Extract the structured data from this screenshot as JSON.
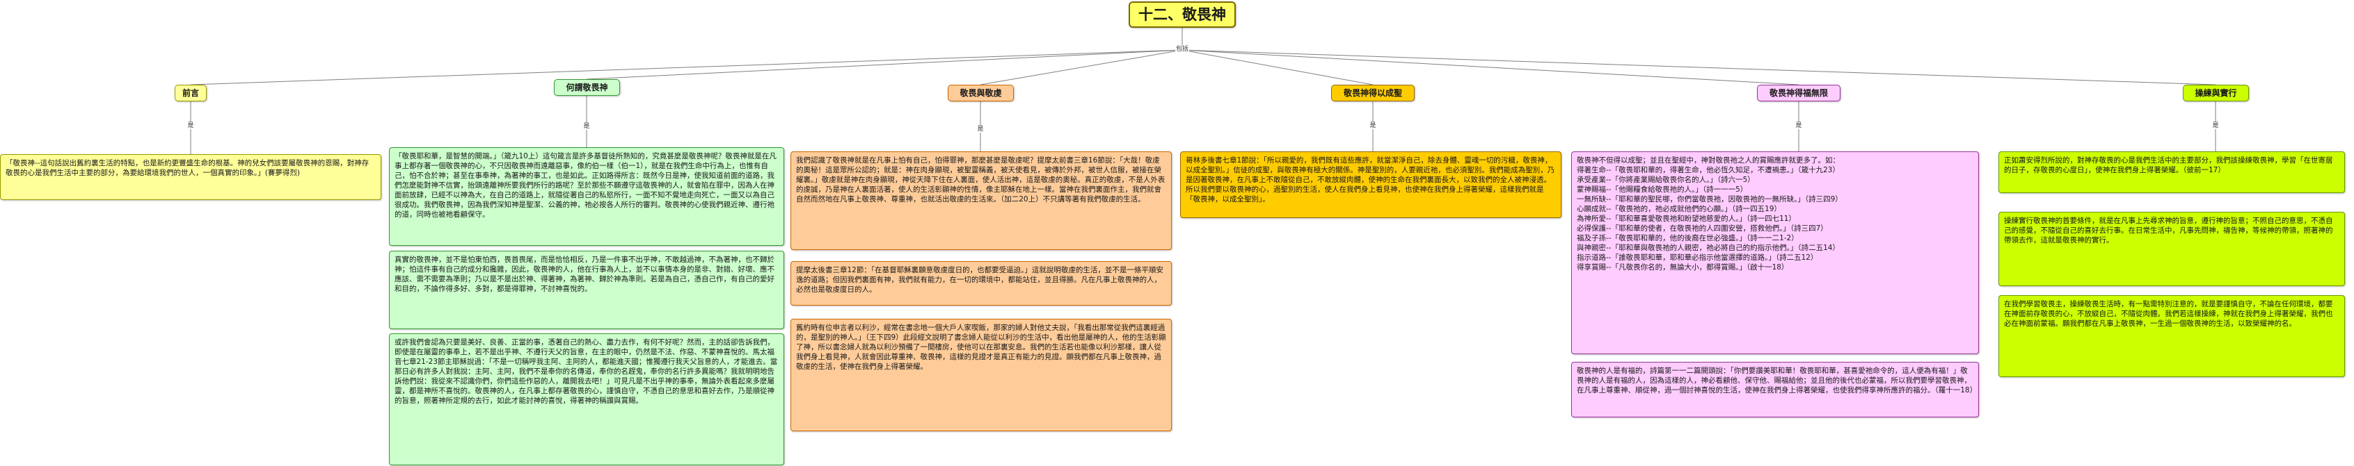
{
  "title": "十二、敬畏神",
  "root_note": "包括",
  "branch_note": "是",
  "colors": {
    "line": "#7f7f7f",
    "title_bg": "#ffff66",
    "yellow": "#ffff99",
    "green": "#ccffcc",
    "orange": "#ffcc99",
    "gold": "#ffcc00",
    "pink": "#ffccff",
    "lime": "#ccff00"
  },
  "branches": [
    {
      "label": "前言",
      "boxes": [
        "「敬畏神--這句話說出舊約裏生活的特點，也是新約更豐盛生命的根基。神的兒女們該要屬敬畏神的恩賜，對神存敬畏的心是我們生活中主要的部分，為要給環境我們的世人，一個真實的印象。」(賽夢得烈)"
      ]
    },
    {
      "label": "何謂敬畏神",
      "boxes": [
        "「敬畏耶和華，是智慧的開端。」（箴九10上）這句箴言是許多基督徒所熟知的，究竟甚麼是敬畏神呢？敬畏神就是在凡事上都存著一個敬畏神的心，不只因敬畏神而遠離惡事，像約伯一樣（伯一1），就是在我們生命中行為上，也惟有自己，怕不合於神；甚至在事奉神，為著神的事工，也是如此。正如路得所言：既然今日是神，使我知道前面的道路，我們怎麼能對神不信實，抬頭遠離神所要我們所行的路呢？至於那些不願遵守這敬畏神的人，就會陷在罪中，因為人在神面前放肆，已經不以神為大，在自己的道路上，就隨從著自己的私慾所行，一面不知不覺地走向死亡，一面又以為自己很成功。我們敬畏神，因為我們深知神是聖潔、公義的神，祂必按各人所行的審判。敬畏神的心使我們親近神、遵行祂的道，同時也被祂看顧保守。",
        "真實的敬畏神，並不是怕東怕西，畏首畏尾，而是恰恰相反，乃是一件事不出乎神，不敢越過神，不為著神，也不歸於神；怕這件事有自己的成分和攙雜，因此，敬畏神的人，他在行事為人上，並不以事情本身的是非、對錯、好壞、應不應該、需不需要為準則；乃以是不是出於神、得著神，為著神、歸於神為準則。若是為自己，憑自己作，有自己的愛好和目的，不論作得多好、多對，都是得罪神，不討神喜悅的。",
        "或許我們會認為只要是美好、良善、正當的事，憑著自己的熱心、盡力去作，有何不好呢？然而，主的話卻告訴我們，即使是在屬靈的事奉上，若不是出乎神、不遵行天父的旨意，在主的眼中，仍然是不法、作惡、不蒙神喜悅的。馬太福音七章21-23節主耶穌說過：「不是一切稱呼我主阿、主阿的人，都能進天國；惟獨遵行我天父旨意的人，才能進去。當那日必有許多人對我說：主阿、主阿，我們不是奉你的名傳道，奉你的名趕鬼，奉你的名行許多異能嗎？我就明明地告訴他們說：我從來不認識你們，你們這些作惡的人，離開我去吧！」可見凡是不出乎神的事奉，無論外表看起來多麼屬靈，都是神所不喜悅的。敬畏神的人，在凡事上都存著敬畏的心，謹慎自守，不憑自己的意思和喜好去作，乃是順從神的旨意，照著神所定規的去行，如此才能討神的喜悅，得著神的稱讚與賞賜。"
      ]
    },
    {
      "label": "敬畏與敬虔",
      "boxes": [
        "我們認識了敬畏神就是在凡事上怕有自己，怕得罪神，那麼甚麼是敬虔呢？提摩太前書三章16節說：「大哉！敬虔的奧秘！這是眾所公認的；就是：神在肉身顯現，被聖靈稱義，被天使看見，被傳於外邦，被世人信服，被接在榮耀裏。」敬虔就是神在肉身顯現，神從天降下住在人裏面，使人活出神，這是敬虔的奧秘。真正的敬虔，不是人外表的虔誠，乃是神在人裏面活著，使人的生活彰顯神的性情，像主耶穌在地上一樣。當神在我們裏面作主，我們就會自然而然地在凡事上敬畏神、尊重神，也就活出敬虔的生活來。（加二20上）不只講等著有我們敬虔的生活。",
        "提摩太後書三章12節：「在基督耶穌裏願意敬虔度日的，也都要受逼迫。」這就說明敬虔的生活，並不是一條平順安逸的道路；但因我們裏面有神，我們就有能力，在一切的環境中，都能站住，並且得勝。凡在凡事上敬畏神的人，必然也是敬虔度日的人。",
        "舊約時有位申言者以利沙，經常在書念地一個大戶人家喫飯，那家的婦人對他丈夫說，「我看出那常從我們這裏經過的，是聖別的神人。」（王下四9）此段經文說明了書念婦人能從以利沙的生活中，看出他是屬神的人，他的生活彰顯了神，所以書念婦人就為以利沙預備了一間樓房，使他可以在那裏安息。我們的生活若也能像以利沙那樣，讓人從我們身上看見神，人就會因此尊重神、敬畏神，這樣的見證才是真正有能力的見證。願我們都在凡事上敬畏神，過敬虔的生活，使神在我們身上得著榮耀。"
      ]
    },
    {
      "label": "敬畏神得以成聖",
      "boxes": [
        "哥林多後書七章1節說：「所以親愛的，我們既有這些應許，就當潔淨自己，除去身體、靈魂一切的污穢，敬畏神，以成全聖別。」信徒的成聖，與敬畏神有極大的關係。神是聖別的，人要親近祂，也必須聖別。我們能成為聖別，乃是因著敬畏神，在凡事上不敢隨從自己，不敢放縱肉體，使神的生命在我們裏面長大，以致我們的全人被神浸透。所以我們要以敬畏神的心，過聖別的生活，使人在我們身上看見神，也使神在我們身上得著榮耀，這樣我們就是「敬畏神，以成全聖別」。"
      ]
    },
    {
      "label": "敬畏神得福無限",
      "boxes": [
        "敬畏神不但得以成聖；並且在聖經中，神對敬畏祂之人的賞賜應許就更多了。如：\n得著生命--「敬畏耶和華的，得著生命，他必恆久知足，不遭禍患。」（箴十九23）\n承受產業--「你將產業賜給敬畏你名的人。」（詩六一5）\n蒙神賜福--「他賜糧食給敬畏祂的人。」（詩一一一5）\n一無所缺--「耶和華的聖民哪，你們當敬畏祂，因敬畏祂的一無所缺。」（詩三四9）\n心願成就--「敬畏祂的，祂必成就他們的心願。」（詩一四五19）\n為神所愛--「耶和華喜愛敬畏祂和盼望祂慈愛的人。」（詩一四七11）\n必得保護--「耶和華的使者，在敬畏祂的人四圍安營，搭救他們。」（詩三四7）\n福及子孫--「敬畏耶和華的，他的後裔在世必強盛。」（詩一一二1-2）\n與神親密--「耶和華與敬畏祂的人親密，祂必將自己的約指示他們。」（詩二五14）\n指示道路--「誰敬畏耶和華，耶和華必指示他當選擇的道路。」（詩二五12）\n得享賞賜--「凡敬畏你名的，無論大小，都得賞賜。」（啟十一18）",
        "敬畏神的人是有福的，詩篇第一一二篇開頭說：「你們要讚美耶和華！敬畏耶和華，甚喜愛祂命令的，這人便為有福！」敬畏神的人是有福的人，因為這樣的人，神必看顧他、保守他、賜福給他；並且他的後代也必蒙福，所以我們要學習敬畏神，在凡事上尊重神、順從神，過一個討神喜悅的生活，使神在我們身上得著榮耀，也使我們得享神所應許的福分。（羅十一18）"
      ]
    },
    {
      "label": "操練與實行",
      "boxes": [
        "正如蕭安得烈所說的，對神存敬畏的心是我們生活中的主要部分，我們該操練敬畏神，學習「在世寄居的日子，存敬畏的心度日」，使神在我們身上得著榮耀。（彼前一17）",
        "操練實行敬畏神的首要條件，就是在凡事上先尋求神的旨意，遵行神的旨意；不照自己的意思，不憑自己的感覺，不隨從自己的喜好去行事。在日常生活中，凡事先問神，禱告神，等候神的帶領，照著神的帶領去作，這就是敬畏神的實行。",
        "在我們學習敬畏主，操練敬畏生活時，有一點需特別注意的，就是要謹慎自守，不論在任何環境，都要在神面前存敬畏的心，不放縱自己，不隨從肉體。我們若這樣操練，神就在我們身上得著榮耀，我們也必在神面前蒙福。願我們都在凡事上敬畏神，一生過一個敬畏神的生活，以致榮耀神的名。"
      ]
    }
  ]
}
